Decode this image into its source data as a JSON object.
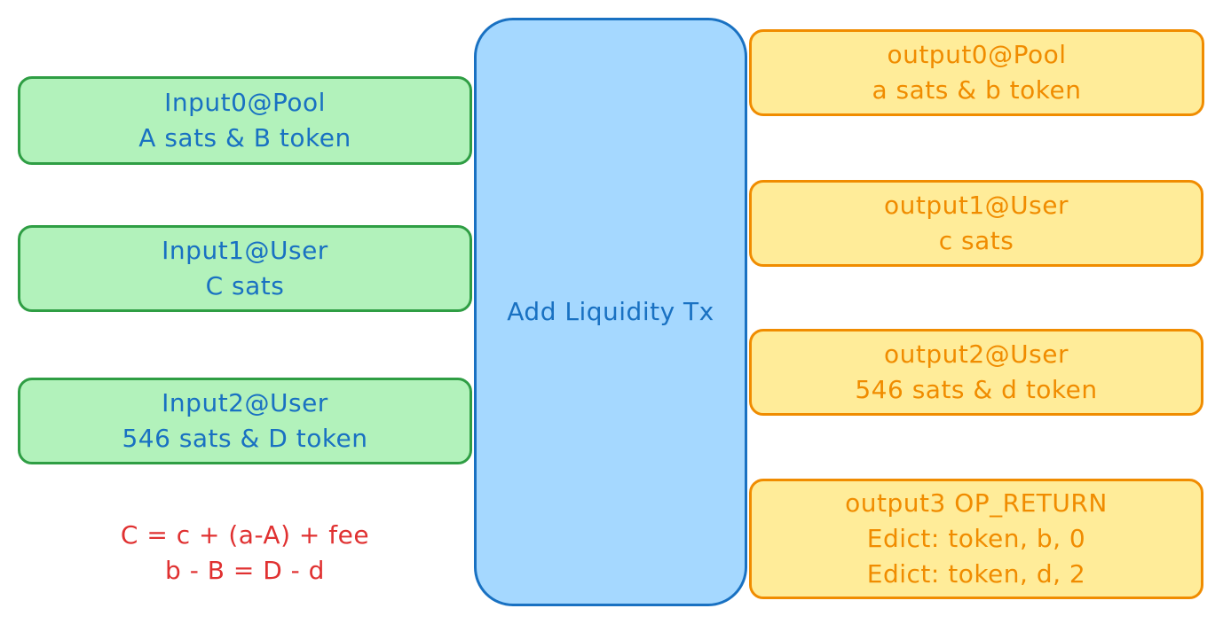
{
  "inputs": [
    {
      "line1": "Input0@Pool",
      "line2": "A sats & B token"
    },
    {
      "line1": "Input1@User",
      "line2": "C sats"
    },
    {
      "line1": "Input2@User",
      "line2": "546 sats & D token"
    }
  ],
  "transaction": {
    "label": "Add Liquidity Tx"
  },
  "outputs": [
    {
      "line1": "output0@Pool",
      "line2": "a sats & b token"
    },
    {
      "line1": "output1@User",
      "line2": "c sats"
    },
    {
      "line1": "output2@User",
      "line2": "546 sats & d token"
    },
    {
      "line1": "output3 OP_RETURN",
      "line2": "Edict: token, b, 0",
      "line3": "Edict: token, d, 2"
    }
  ],
  "formulas": {
    "line1": "C = c + (a-A) + fee",
    "line2": "b - B = D - d"
  },
  "colors": {
    "input_fill": "#b2f2bb",
    "input_stroke": "#2f9e44",
    "output_fill": "#ffec99",
    "output_stroke": "#f08c00",
    "tx_fill": "#a5d8ff",
    "tx_stroke": "#1971c2",
    "text_blue": "#1971c2",
    "formula_red": "#e03131"
  }
}
